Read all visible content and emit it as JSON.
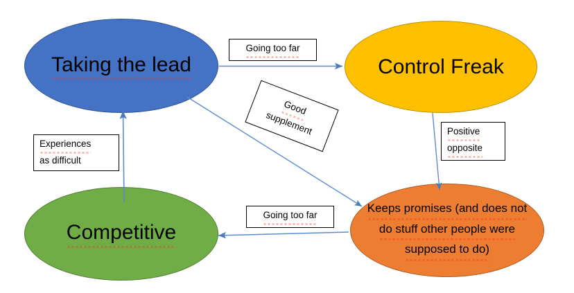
{
  "diagram": {
    "title": "Taking the lead / Control Freak relationship diagram",
    "background": "#ffffff",
    "nodes": [
      {
        "id": "taking-lead",
        "label": "Taking the lead",
        "lines": [
          "Taking the lead"
        ],
        "shape": "ellipse",
        "fill": "#4472C4",
        "stroke": "#2F528F",
        "spellcheck_underline": true
      },
      {
        "id": "control-freak",
        "label": "Control Freak",
        "lines": [
          "Control Freak"
        ],
        "shape": "ellipse",
        "fill": "#FFC000",
        "stroke": "#BF9000",
        "spellcheck_underline": false
      },
      {
        "id": "competitive",
        "label": "Competitive",
        "lines": [
          "Competitive"
        ],
        "shape": "ellipse",
        "fill": "#70AD47",
        "stroke": "#507E32",
        "spellcheck_underline": true
      },
      {
        "id": "keeps-promises",
        "label": "Keeps promises (and does not do stuff other people were supposed to do)",
        "lines": [
          "Keeps promises (and does not",
          "do stuff other people were",
          "supposed to do)"
        ],
        "shape": "ellipse",
        "fill": "#ED7D31",
        "stroke": "#AE5A21",
        "spellcheck_underline": true
      }
    ],
    "edge_labels": [
      {
        "id": "going-too-far-top",
        "lines": [
          "Going too far"
        ],
        "text": "Going too far",
        "rotation_deg": 0,
        "border": "#000000",
        "fill": "#ffffff"
      },
      {
        "id": "good-supplement",
        "lines": [
          "Good",
          "supplement"
        ],
        "text": "Good supplement",
        "rotation_deg": 21,
        "border": "#000000",
        "fill": "#ffffff"
      },
      {
        "id": "positive-opposite",
        "lines": [
          "Positive",
          "opposite"
        ],
        "text": "Positive opposite",
        "rotation_deg": 0,
        "border": "#000000",
        "fill": "#ffffff"
      },
      {
        "id": "experiences-as-difficult",
        "lines": [
          "Experiences",
          "as difficult"
        ],
        "text": "Experiences as difficult",
        "rotation_deg": 0,
        "border": "#000000",
        "fill": "#ffffff"
      },
      {
        "id": "going-too-far-bottom",
        "lines": [
          "Going too far"
        ],
        "text": "Going too far",
        "rotation_deg": 0,
        "border": "#000000",
        "fill": "#ffffff"
      }
    ],
    "arrows": [
      {
        "id": "taking-lead-to-control-freak",
        "from": "taking-lead",
        "to": "control-freak",
        "label": "Going too far",
        "color": "#5B8BD0",
        "direction": "right"
      },
      {
        "id": "taking-lead-to-keeps-promises",
        "from": "taking-lead",
        "to": "keeps-promises",
        "label": "Good supplement",
        "color": "#5B8BD0",
        "direction": "down-right"
      },
      {
        "id": "control-freak-to-keeps-promises",
        "from": "control-freak",
        "to": "keeps-promises",
        "label": "Positive opposite",
        "color": "#5B8BD0",
        "direction": "down"
      },
      {
        "id": "keeps-promises-to-competitive",
        "from": "keeps-promises",
        "to": "competitive",
        "label": "Going too far",
        "color": "#5B8BD0",
        "direction": "left"
      },
      {
        "id": "competitive-to-taking-lead",
        "from": "competitive",
        "to": "taking-lead",
        "label": "Experiences as difficult",
        "color": "#5B8BD0",
        "direction": "up"
      }
    ]
  }
}
